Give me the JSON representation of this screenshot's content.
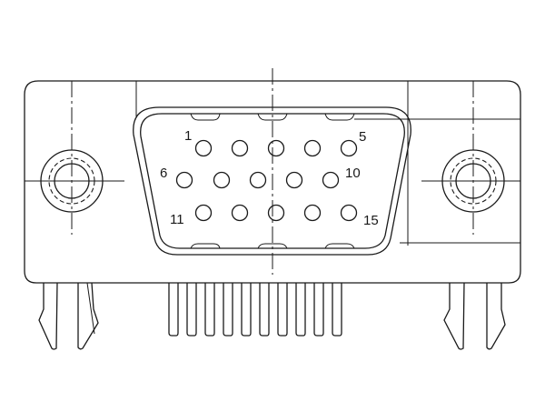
{
  "diagram": {
    "subject": "15-pin D-sub (DE-15) connector, front view",
    "pin_labels": {
      "pin1": "1",
      "pin5": "5",
      "pin6": "6",
      "pin10": "10",
      "pin11": "11",
      "pin15": "15"
    },
    "rows": [
      {
        "name": "top",
        "pins": 5
      },
      {
        "name": "middle",
        "pins": 5
      },
      {
        "name": "bottom",
        "pins": 5
      }
    ],
    "tail_pins": 10,
    "mounting_holes": 2,
    "colors": {
      "line": "#1a1a1a",
      "background": "#ffffff"
    }
  }
}
